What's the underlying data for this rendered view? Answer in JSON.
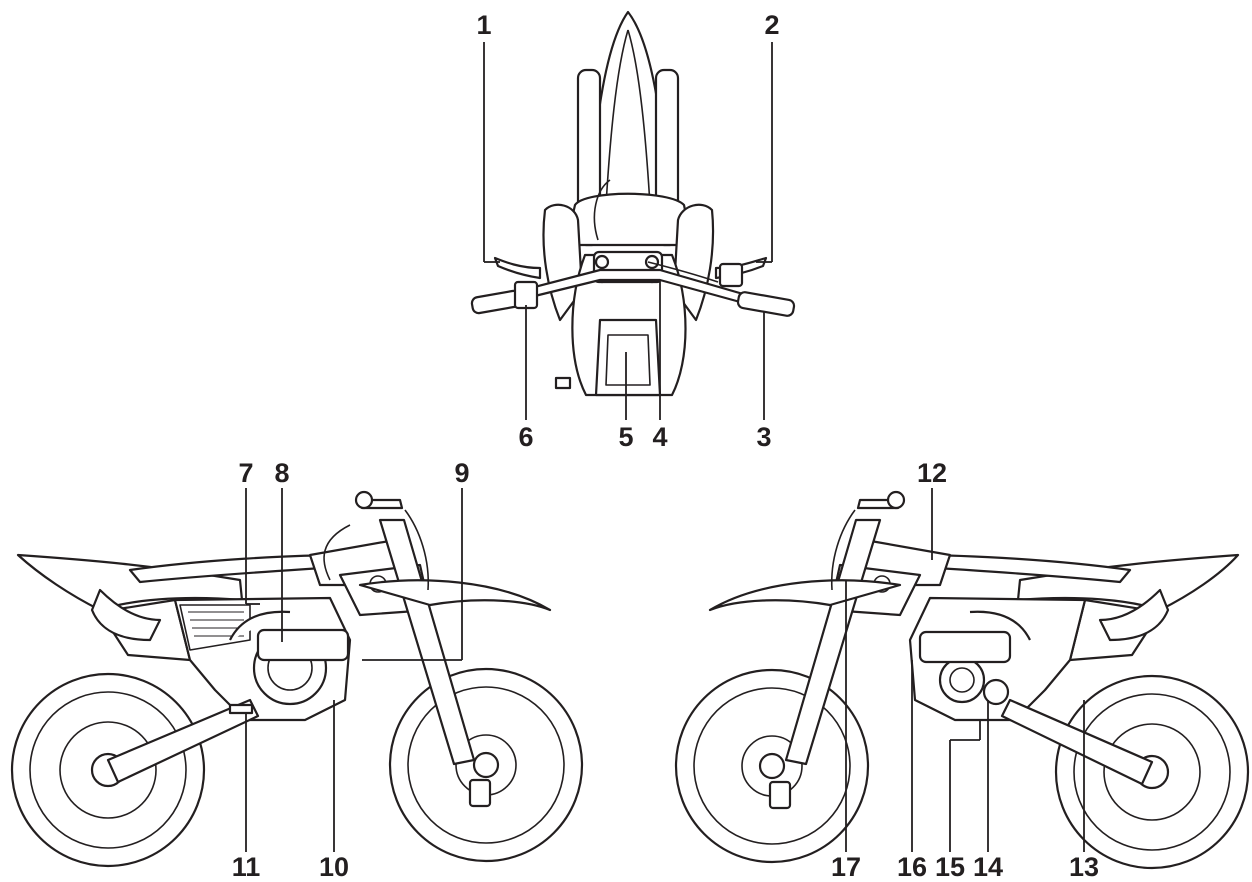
{
  "callouts": [
    {
      "id": "1",
      "text": "1"
    },
    {
      "id": "2",
      "text": "2"
    },
    {
      "id": "3",
      "text": "3"
    },
    {
      "id": "4",
      "text": "4"
    },
    {
      "id": "5",
      "text": "5"
    },
    {
      "id": "6",
      "text": "6"
    },
    {
      "id": "7",
      "text": "7"
    },
    {
      "id": "8",
      "text": "8"
    },
    {
      "id": "9",
      "text": "9"
    },
    {
      "id": "10",
      "text": "10"
    },
    {
      "id": "11",
      "text": "11"
    },
    {
      "id": "12",
      "text": "12"
    },
    {
      "id": "13",
      "text": "13"
    },
    {
      "id": "14",
      "text": "14"
    },
    {
      "id": "15",
      "text": "15"
    },
    {
      "id": "16",
      "text": "16"
    },
    {
      "id": "17",
      "text": "17"
    }
  ],
  "colors": {
    "ink": "#231f20",
    "paper": "#ffffff"
  }
}
